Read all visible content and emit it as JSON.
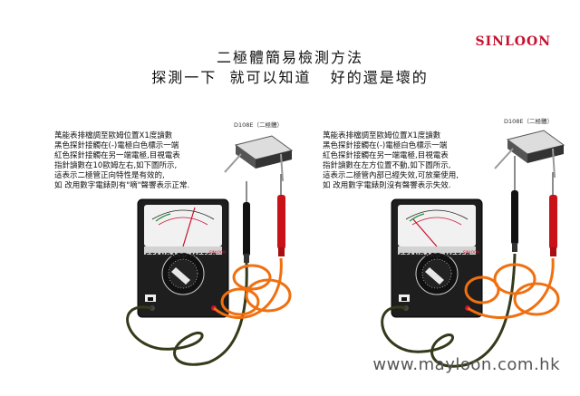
{
  "brand": "SINLOON",
  "title": "二極體簡易檢測方法",
  "subtitle": "探測一下  就可以知道   好的還是壞的",
  "left": {
    "diode_label": "D108E（二極體）",
    "lines": [
      "萬能表排檔調至歐姆位置X1度讀數",
      "黑色探針接觸在(-)電極白色標示一端",
      "紅色探針接觸在另一端電極,目視電表",
      "指針讀數在10歐姆左右,如下圖所示,",
      "這表示二極管正向特性是有效的,",
      "如 改用數字電錶則有\"嘀\"聲響表示正常."
    ],
    "meter_name": "STANDARD METER",
    "meter_brand": "SINLOON"
  },
  "right": {
    "diode_label": "D108E（二極體）",
    "lines": [
      "萬能表排檔調至歐姆位置X1度讀數",
      "黑色探針接觸在(-)電極白色標示一端",
      "紅色探針接觸在另一端電極,目視電表",
      "指針讀數在左方位置不動,如下圖所示,",
      "這表示二極管內部已經失效,可放棄使用,",
      "如 改用數字電錶則沒有聲響表示失效."
    ],
    "meter_name": "STANDARD METER",
    "meter_brand": "SINLOON"
  },
  "website": "www.mayloon.com.hk"
}
